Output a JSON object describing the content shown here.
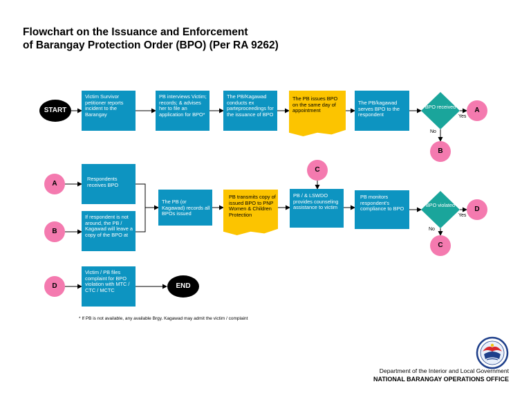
{
  "title": {
    "line1": "Flowchart on the Issuance and Enforcement",
    "line2": "of Barangay Protection Order (BPO) (Per RA 9262)"
  },
  "terminals": {
    "start": "START",
    "end": "END"
  },
  "connectors": {
    "a": "A",
    "b": "B",
    "c": "C",
    "d": "D"
  },
  "row1": {
    "step1": "Victim Survivor petitioner reports incident to the Barangay",
    "step2": "PB interviews Victim; records; & advises her to file an application for BPO*",
    "step3": "The PB/Kagawad conducts ex parteproceedings for the issuance of BPO",
    "step4": "The PB issues BPO on the same day of appointment",
    "step5": "The PB/kagawad serves BPO to the respondent",
    "decision": "BPO received",
    "yes": "Yes",
    "no": "No"
  },
  "row2": {
    "step_a": "Respondents receives BPO",
    "step_b": "If respondent is not around, the PB / Kagawad will leave a copy of the BPO at",
    "records": "The PB (or Kagawad) records all BPOs issued",
    "transmits": "PB transmits copy of issued BPO to PNP Women & Children Protection",
    "counseling": "PB / & LSWDO provides counseling assistance to victim",
    "monitors": "PB monitors respondent's compliance to BPO",
    "decision": "BPO violated",
    "yes": "Yes",
    "no": "No"
  },
  "row3": {
    "complaint": "Victim / PB files complaint for BPO violation with MTC / CTC / MCTC"
  },
  "footnote": "*   If PB is not available, any available Brgy. Kagawad may admit the victim / complaint",
  "footer": {
    "department": "Department of the Interior and Local Government",
    "office": "NATIONAL BARANGAY OPERATIONS OFFICE"
  },
  "colors": {
    "process_blue": "#0d94c1",
    "highlight_yellow": "#fcc400",
    "decision_teal": "#1aa59b",
    "connector_pink": "#f47aaf",
    "terminal_black": "#000000"
  }
}
